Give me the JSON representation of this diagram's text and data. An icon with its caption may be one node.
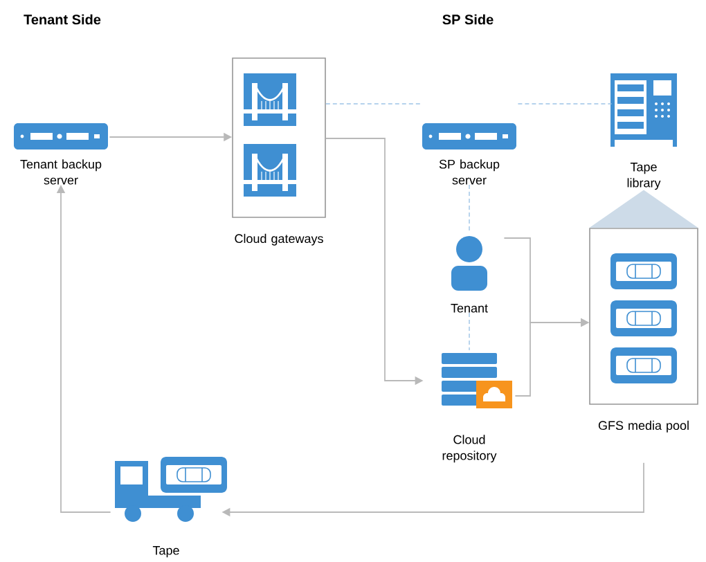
{
  "diagram": {
    "nodes": [
      {
        "text": [
          "Tenant backup server"
        ]
      },
      {
        "text": [
          "Cloud gateways"
        ]
      },
      {
        "text": [
          "SP backup server"
        ]
      },
      {
        "text": [
          "Tape library"
        ]
      },
      {
        "text": [
          "Tenant"
        ]
      },
      {
        "text": [
          "Cloud repository"
        ]
      },
      {
        "text": [
          "GFS media pool"
        ]
      },
      {
        "text": [
          "Tape"
        ]
      }
    ],
    "edges": [
      {
        "from": 0,
        "to": 1,
        "arrow": "to"
      },
      {
        "from": 1,
        "to": 2,
        "arrow": "none",
        "style": "dashed",
        "color": "#9dc3e6"
      },
      {
        "from": 2,
        "to": 3,
        "arrow": "none",
        "style": "dashed",
        "color": "#9dc3e6"
      },
      {
        "from": 2,
        "to": 4,
        "arrow": "none",
        "style": "dashed",
        "color": "#9dc3e6"
      },
      {
        "from": 4,
        "to": 5,
        "arrow": "none",
        "style": "dashed",
        "color": "#9dc3e6"
      },
      {
        "from": 1,
        "to": 5,
        "arrow": "to"
      },
      {
        "from": 4,
        "to": 6,
        "arrow": "to"
      },
      {
        "from": 5,
        "to": 6,
        "arrow": "to"
      },
      {
        "from": 3,
        "to": 6,
        "arrow": "none",
        "style": "thick",
        "color": "#cddbe8"
      },
      {
        "from": 6,
        "to": 7,
        "arrow": "to"
      },
      {
        "from": 7,
        "to": 0,
        "arrow": "to"
      }
    ],
    "labels": [
      "Tenant Side",
      "SP Side"
    ]
  }
}
